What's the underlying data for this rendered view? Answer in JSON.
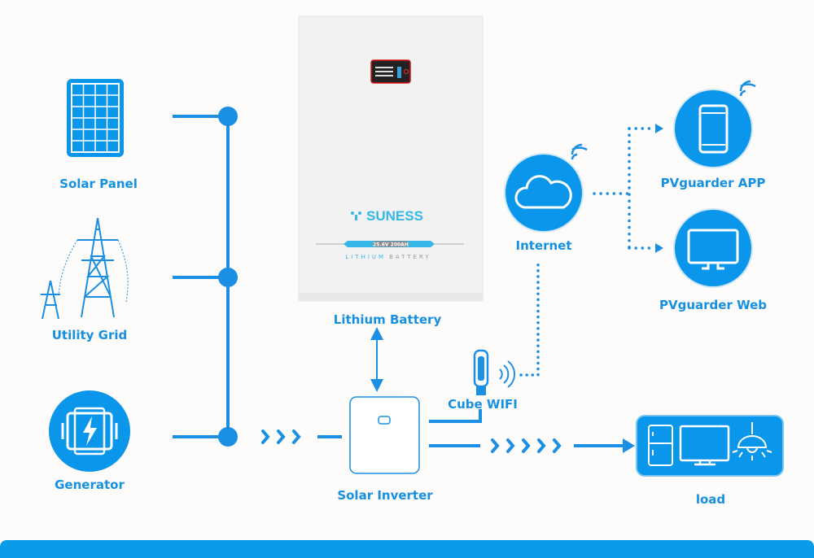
{
  "colors": {
    "accent": "#0a96ea",
    "line": "#1a8fe3",
    "battery_body": "#f2f2f2",
    "bottom_bar": "#0a9be8"
  },
  "labels": {
    "solar_panel": "Solar Panel",
    "utility_grid": "Utility Grid",
    "generator": "Generator",
    "lithium_battery": "Lithium Battery",
    "solar_inverter": "Solar Inverter",
    "cube_wifi": "Cube WIFI",
    "internet": "Internet",
    "app": "PVguarder  APP",
    "web": "PVguarder  Web",
    "load": "load"
  },
  "battery": {
    "brand": "SUNESS",
    "spec": "25.6V 200AH",
    "type_highlight": "LITHIUM",
    "type_rest": "BATTERY"
  },
  "icons": [
    "solar-panel-icon",
    "transmission-tower-icon",
    "generator-icon",
    "cloud-icon",
    "smartphone-icon",
    "monitor-icon",
    "wifi-signal-icon",
    "refrigerator-icon",
    "lamp-icon"
  ]
}
